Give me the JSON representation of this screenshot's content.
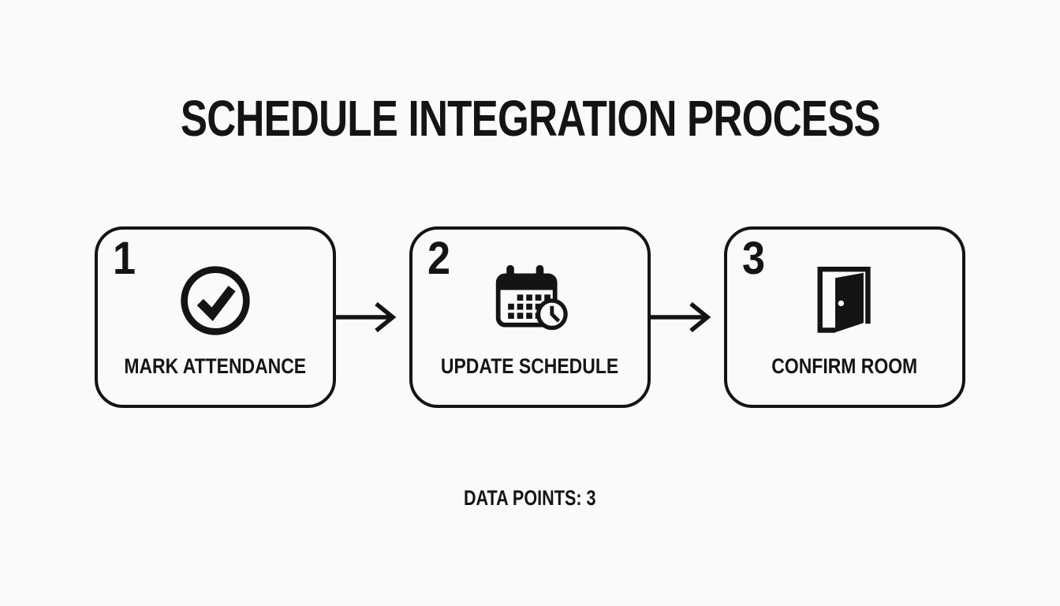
{
  "title": "SCHEDULE INTEGRATION PROCESS",
  "steps": [
    {
      "number": "1",
      "label": "MARK ATTENDANCE",
      "icon": "check-circle-icon"
    },
    {
      "number": "2",
      "label": "UPDATE SCHEDULE",
      "icon": "calendar-clock-icon"
    },
    {
      "number": "3",
      "label": "CONFIRM ROOM",
      "icon": "door-open-icon"
    }
  ],
  "footer": {
    "label": "DATA POINTS: 3"
  },
  "colors": {
    "ink": "#141414",
    "background": "#fafafa"
  }
}
